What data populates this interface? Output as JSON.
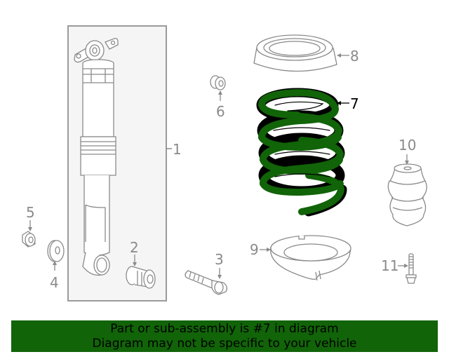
{
  "diagram": {
    "highlight_color": "#116408",
    "line_color": "#8a8a8a",
    "callouts": [
      {
        "num": "1",
        "part": "shock-absorber-assembly"
      },
      {
        "num": "2",
        "part": "bushing"
      },
      {
        "num": "3",
        "part": "bolt"
      },
      {
        "num": "4",
        "part": "washer"
      },
      {
        "num": "5",
        "part": "nut"
      },
      {
        "num": "6",
        "part": "nut"
      },
      {
        "num": "7",
        "part": "coil-spring",
        "highlighted": true
      },
      {
        "num": "8",
        "part": "upper-spring-insulator"
      },
      {
        "num": "9",
        "part": "lower-spring-insulator"
      },
      {
        "num": "10",
        "part": "bump-stop"
      },
      {
        "num": "11",
        "part": "bolt"
      }
    ]
  },
  "banner": {
    "line1": "Part or sub-assembly is #7 in diagram",
    "line2": "Diagram may not be specific to your vehicle",
    "background": "#116408"
  }
}
